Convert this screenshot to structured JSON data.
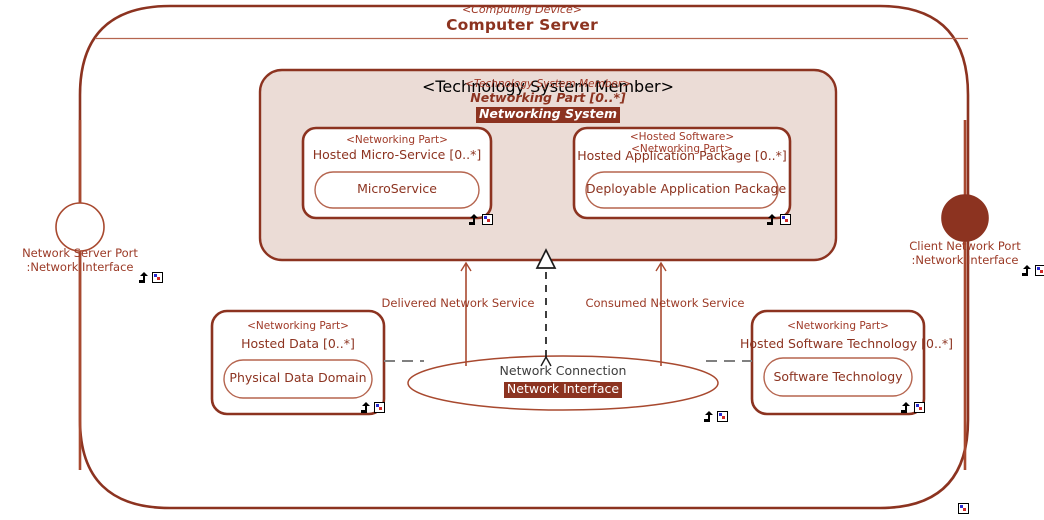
{
  "diagram": {
    "kind": "internal-block-diagram",
    "colors": {
      "line": "#8c3320",
      "line_light": "#b5654f",
      "fill_part": "#ebdcd6",
      "fill_white": "#ffffff",
      "text": "#8c3320",
      "text_dark": "#3d3d3d",
      "dashed_gray": "#808080",
      "highlight_bg": "#8c3320",
      "highlight_fg": "#ffffff"
    }
  },
  "device": {
    "stereotype": "<Computing Device>",
    "name": "Computer Server"
  },
  "networking_system": {
    "stereotype": "<Technology System Member>",
    "name": "Networking Part [0..*]",
    "type_chip": "Networking System"
  },
  "parts": [
    {
      "id": "hosted-micro-service",
      "stereotypes": [
        "<Networking Part>"
      ],
      "name": "Hosted Micro-Service [0..*]",
      "inner": "MicroService"
    },
    {
      "id": "hosted-application-package",
      "stereotypes": [
        "<Hosted Software>",
        "<Networking Part>"
      ],
      "name": "Hosted Application Package [0..*]",
      "inner": "Deployable Application Package"
    },
    {
      "id": "hosted-data",
      "stereotypes": [
        "<Networking Part>"
      ],
      "name": "Hosted Data [0..*]",
      "inner": "Physical Data Domain"
    },
    {
      "id": "hosted-software-technology",
      "stereotypes": [
        "<Networking Part>"
      ],
      "name": "Hosted Software Technology [0..*]",
      "inner": "Software Technology"
    }
  ],
  "ports": [
    {
      "id": "network-server-port",
      "name": "Network Server Port",
      "type": ":Network Interface",
      "style": "hollow",
      "side": "left"
    },
    {
      "id": "client-network-port",
      "name": "Client Network Port",
      "type": ":Network Interface",
      "style": "filled",
      "side": "right"
    }
  ],
  "association": {
    "name": "Network Connection",
    "type_chip": "Network Interface"
  },
  "edge_labels": {
    "delivered": "Delivered Network Service",
    "consumed": "Consumed Network Service"
  },
  "icons": {
    "decorator_arrow": "up-arrow-icon",
    "decorator_square": "element-marker-icon"
  }
}
